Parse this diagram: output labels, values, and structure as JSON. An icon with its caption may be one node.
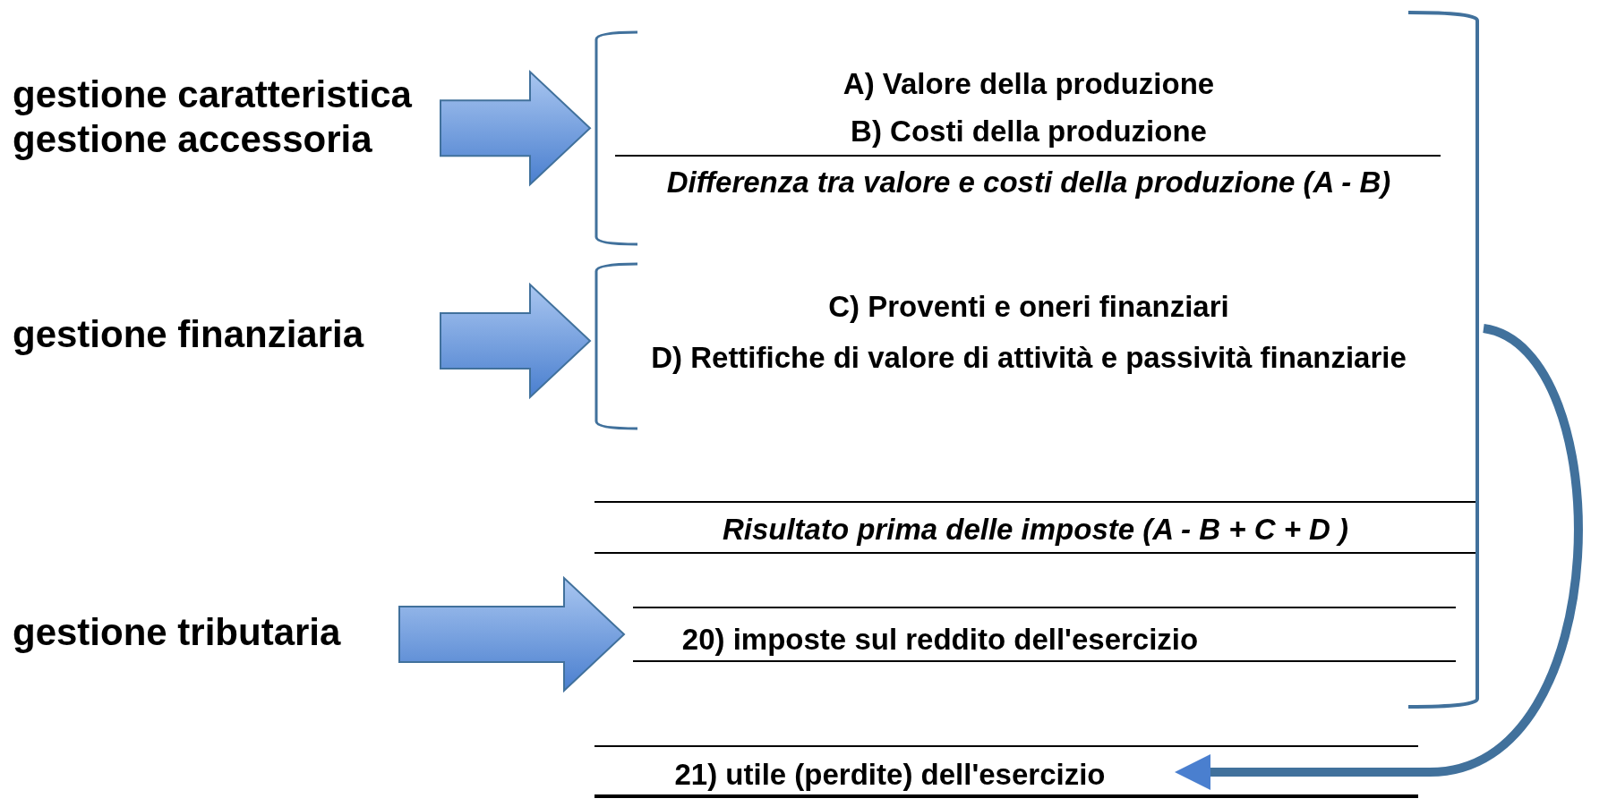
{
  "diagram": {
    "nodes": [
      {
        "text": [
          "gestione caratteristica",
          "gestione accessoria"
        ]
      },
      {
        "text": [],
        "shape": "bracket"
      },
      {
        "text": [
          "A) Valore della produzione",
          "B) Costi della produzione",
          "Differenza tra valore e costi della produzione (A - B)"
        ],
        "in": 1
      },
      {
        "text": [
          "gestione finanziaria"
        ]
      },
      {
        "text": [
          "C) Proventi e oneri finanziari",
          "D) Rettifiche di valore di attività e passività finanziarie"
        ],
        "in": 1
      },
      {
        "text": [
          "Risultato prima delle imposte (A - B + C + D )"
        ],
        "in": 1
      },
      {
        "text": [
          "gestione tributaria"
        ]
      },
      {
        "text": [
          "20) imposte sul reddito dell'esercizio"
        ],
        "in": 1
      },
      {
        "text": [
          "21) utile (perdite) dell'esercizio"
        ]
      }
    ],
    "edges": [
      {
        "from": 0,
        "to": 2,
        "arrow": "to"
      },
      {
        "from": 3,
        "to": 4,
        "arrow": "to"
      },
      {
        "from": 6,
        "to": 7,
        "arrow": "to"
      },
      {
        "from": 1,
        "to": 8,
        "arrow": "to"
      }
    ]
  }
}
